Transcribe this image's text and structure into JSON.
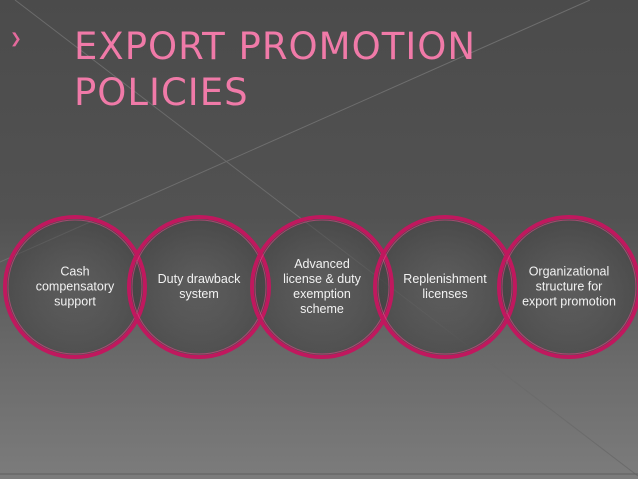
{
  "slide": {
    "title_line1": "EXPORT PROMOTION",
    "title_line2": "POLICIES",
    "bullet_icon": "arrow-bullet-icon"
  },
  "policies": [
    "Cash compensatory support",
    "Duty drawback system",
    "Advanced license & duty exemption scheme",
    "Replenishment licenses",
    "Organizational structure for export promotion"
  ],
  "colors": {
    "title": "#f07aa8",
    "ring": "#c0185e",
    "ring_inner": "#e14a8a",
    "label_text": "#f2f2f2",
    "background_top": "#4b4b4b",
    "background_bottom": "#7c7c7c"
  }
}
